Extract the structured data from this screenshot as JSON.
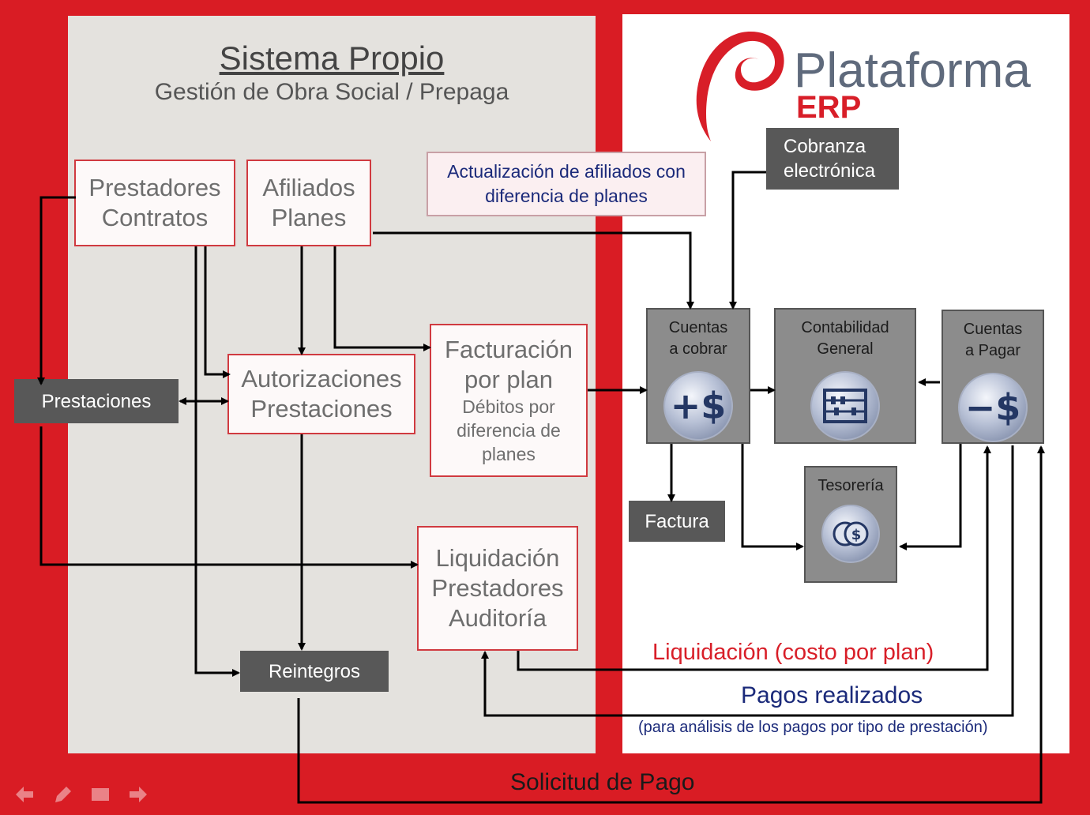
{
  "left": {
    "title": "Sistema Propio",
    "subtitle": "Gestión de Obra Social / Prepaga"
  },
  "logo": {
    "name": "Plataforma",
    "suffix": "ERP"
  },
  "boxes": {
    "prestadores": [
      "Prestadores",
      "Contratos"
    ],
    "afiliados": [
      "Afiliados",
      "Planes"
    ],
    "autorizaciones": [
      "Autorizaciones",
      "Prestaciones"
    ],
    "prestaciones": "Prestaciones",
    "facturacion": [
      "Facturación",
      "por plan",
      "Débitos por",
      "diferencia de",
      "planes"
    ],
    "liquidacion": [
      "Liquidación",
      "Prestadores",
      "Auditoría"
    ],
    "reintegros": "Reintegros",
    "actualizacion": [
      "Actualización de afiliados con",
      "diferencia de planes"
    ],
    "cobranza": [
      "Cobranza",
      "electrónica"
    ],
    "cuentas_cobrar": [
      "Cuentas",
      "a cobrar"
    ],
    "contabilidad": [
      "Contabilidad",
      "General"
    ],
    "cuentas_pagar": [
      "Cuentas",
      "a Pagar"
    ],
    "factura": "Factura",
    "tesoreria": "Tesorería"
  },
  "labels": {
    "liquidacion_costo": "Liquidación (costo por plan)",
    "pagos": "Pagos realizados",
    "pagos_note": "(para análisis de los pagos por tipo de prestación)",
    "solicitud": "Solicitud de Pago"
  },
  "icons": {
    "cobrar": "+$",
    "pagar": "−$",
    "contabilidad": "abacus-icon",
    "tesoreria": "coins-icon"
  },
  "colors": {
    "frame": "#d91c24",
    "label_red": "#d81e28",
    "label_blue": "#1b2a7a"
  }
}
